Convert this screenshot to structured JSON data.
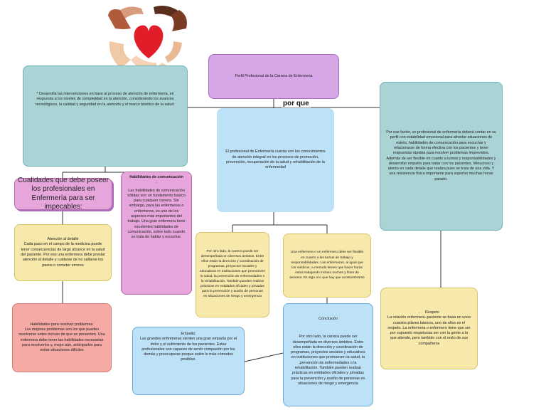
{
  "central": {
    "title": "Perfil Profesional de la Carrera de Enfermeria"
  },
  "connector_label": "por que",
  "left_top": {
    "text": "* Desarrolla las intervenciones en base al proceso de atención de enfermería, en respuesta a los niveles de complejidad en la atención, considerando los avances tecnológicos, la calidad y seguridad en la atención y el marco bioético de la salud."
  },
  "center_main": {
    "text": "El profesional de Enfermería cuenta con los conocimientos de atención integral en los procesos de promoción, prevención, recuperación de la salud y rehabilitación de la enfermedad"
  },
  "right_top": {
    "text": "Por ese factor, un profesional de enfermería deberá contar en su perfil con estabilidad emocional para afrontar situaciones de estrés, habilidades de comunicación para escuchar y relacionarse de forma efectiva con los pacientes y tener respuestas rápidas para resolver problemas imprevistos. Además de ser flexible en cuanto a turnos y responsabilidades y desarrollar empatía para tratar con los pacientes. Minucioso y atento en cada detalle que realiza pues se trata de una vida. Y una resistencia física importante para soportar muchas horas parado."
  },
  "qualities": {
    "text": "Cualidades que debe poseer los profesionales en Enfermería para ser impecables:"
  },
  "communication": {
    "title": "Habilidades de comunicación",
    "dot": ".",
    "text": "Las habilidades de comunicación sólidas son un fundamento básico para cualquier carrera. Sin embargo, para las enfermeras o enfermeros, es uno de los aspectos más importantes del trabajo. Una gran enfermera tiene excelentes habilidades de comunicación, sobre todo cuando se trata de hablar y escuchar."
  },
  "attention": {
    "title": "Atención al detalle",
    "text": "Cada paso en el campo de la medicina puede tener consecuencias de largo alcance en la salud del paciente. Por eso una enfermera debe prestar atención al detalle y cuidarse de no saltarse los pasos o cometer errores"
  },
  "problems": {
    "title": "Habilidades para resolver problemas:",
    "text": "Los mejores problemas son los que pueden resolverse antes incluso de que se presenten. Una enfermera debe tener las habilidades necesarias para resolverlos y, mejor aún, anticiparlos para evitar situaciones difíciles"
  },
  "center_left_yellow": {
    "text": "Por otro lado, la carrera puede ser desempeñada en diversos ámbitos. Entre ellos están la dirección y coordinación de programas, proyectos sociales y educativos en instituciones que promueven la salud, la prevención de enfermedades o la rehabilitación. También pueden realizar prácticas en entidades oficiales y privadas para la prevención y auxilio de personas en situaciones de riesgo y emergencia"
  },
  "center_right_yellow": {
    "text": "Una enfermera o un enfermero debe ser flexible en cuanto a los turnos de trabajo y responsabilidades. Las enfermeras, al igual que los médicos, a menudo tienen que hacer horas extra trabajando incluso noches y fines de semana. Es algo a lo que hay que acostumbrarse"
  },
  "empathy": {
    "title": "Empatia:",
    "text": "Las grandes enfermeras sienten una gran empatía por el dolor y el sufrimiento de los pacientes. Estas profesionales son capaces de sentir compasión por los demás y preocuparse porque estén lo más cómodos posibles."
  },
  "conclusion": {
    "title": "Conclusión",
    "text": "Por otro lado, la carrera puede ser desempeñada en diversos ámbitos. Entre ellos están la dirección y coordinación de programas, proyectos sociales y educativos en instituciones que promueven la salud, la prevención de enfermedades o la rehabilitación. También pueden realizar prácticas en entidades oficiales y privadas para la prevención y auxilio de personas en situaciones de riesgo y emergencia"
  },
  "respect": {
    "title": ".     Respeto",
    "text": "La relación enfermera–paciente se basa en unos cuantos pilares básicos, uno de ellos es el respeto. La enfermera o enfermero tiene que ser por supuesto respetuosa ser con la gente a la que atiende, pero también con el resto de sus compañeros"
  },
  "colors": {
    "teal": "#a9d3d5",
    "purple": "#d6a6e6",
    "pink": "#e6a6dc",
    "blue": "#bde1f7",
    "yellow": "#f7e9ab",
    "salmon": "#f5aaa6",
    "heart": "#e11d2a"
  },
  "icons": {
    "logo": "hands-heart-icon"
  }
}
